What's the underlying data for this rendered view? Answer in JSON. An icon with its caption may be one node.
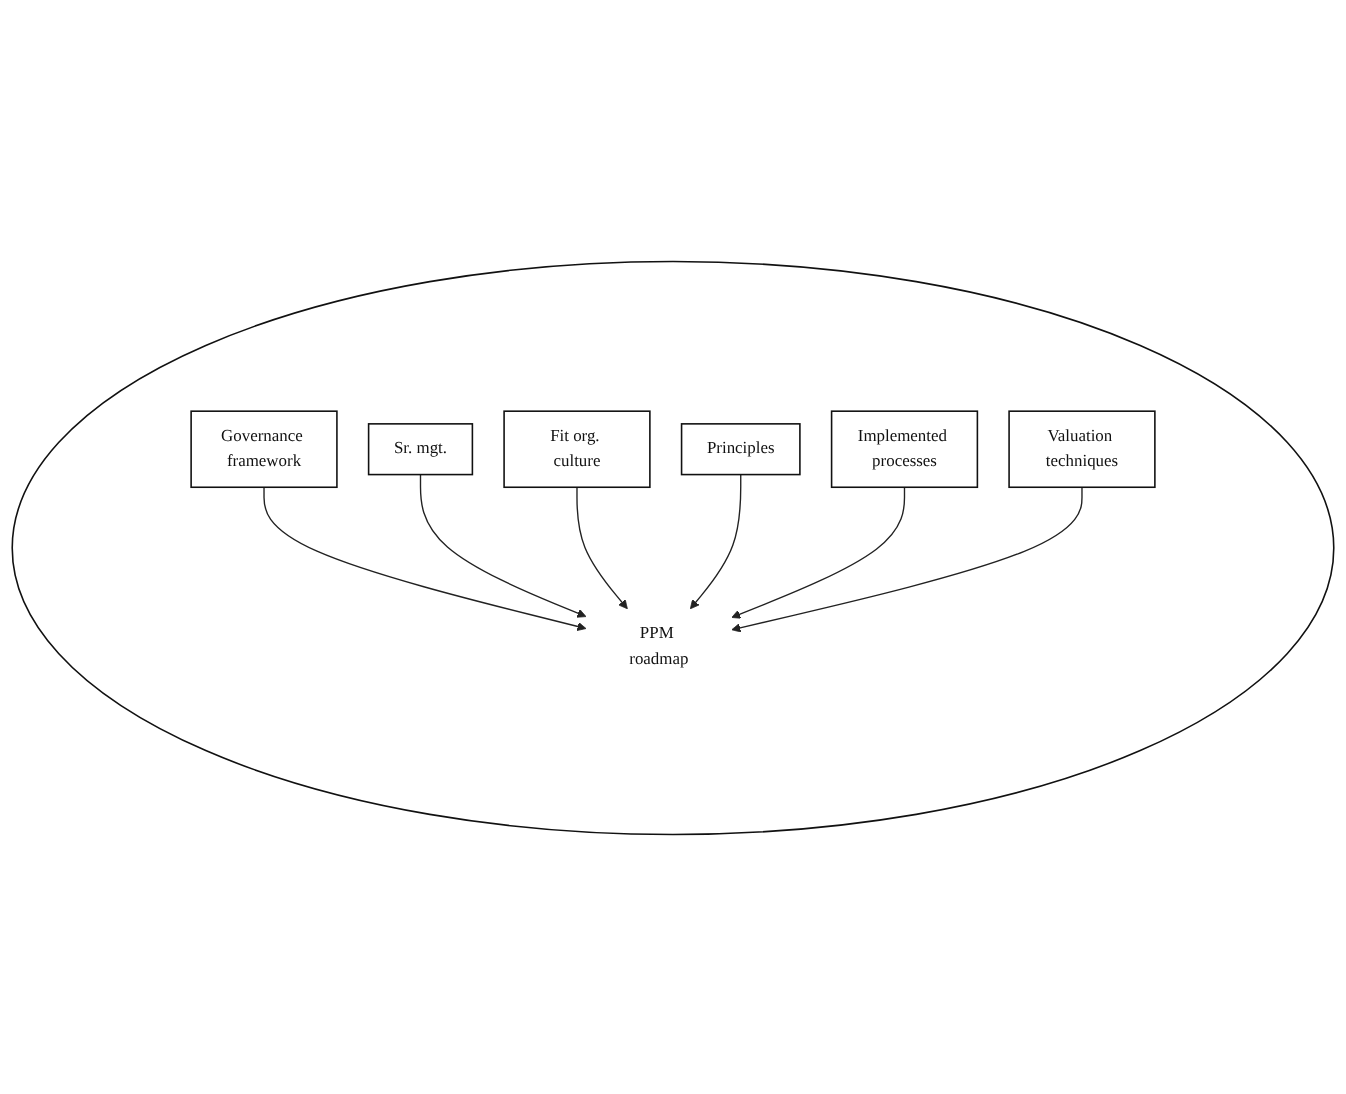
{
  "diagram": {
    "nodes": [
      {
        "text": [],
        "shape": "ellipse"
      },
      {
        "text": [
          "Governance framework"
        ],
        "in": 0
      },
      {
        "text": [
          "Sr. mgt."
        ],
        "in": 0
      },
      {
        "text": [
          "Fit org. culture"
        ],
        "in": 0
      },
      {
        "text": [
          "PPM roadmap"
        ],
        "in": 0
      },
      {
        "text": [
          "Principles"
        ],
        "in": 0
      },
      {
        "text": [
          "Implemented processes"
        ],
        "in": 0
      },
      {
        "text": [
          "Valuation techniques"
        ],
        "in": 0
      }
    ],
    "edges": [
      {
        "from": 1,
        "to": 4,
        "arrow": "to"
      },
      {
        "from": 2,
        "to": 4,
        "arrow": "to"
      },
      {
        "from": 3,
        "to": 4,
        "arrow": "to"
      },
      {
        "from": 5,
        "to": 4,
        "arrow": "to"
      },
      {
        "from": 6,
        "to": 4,
        "arrow": "to"
      },
      {
        "from": 7,
        "to": 4,
        "arrow": "to"
      }
    ]
  }
}
